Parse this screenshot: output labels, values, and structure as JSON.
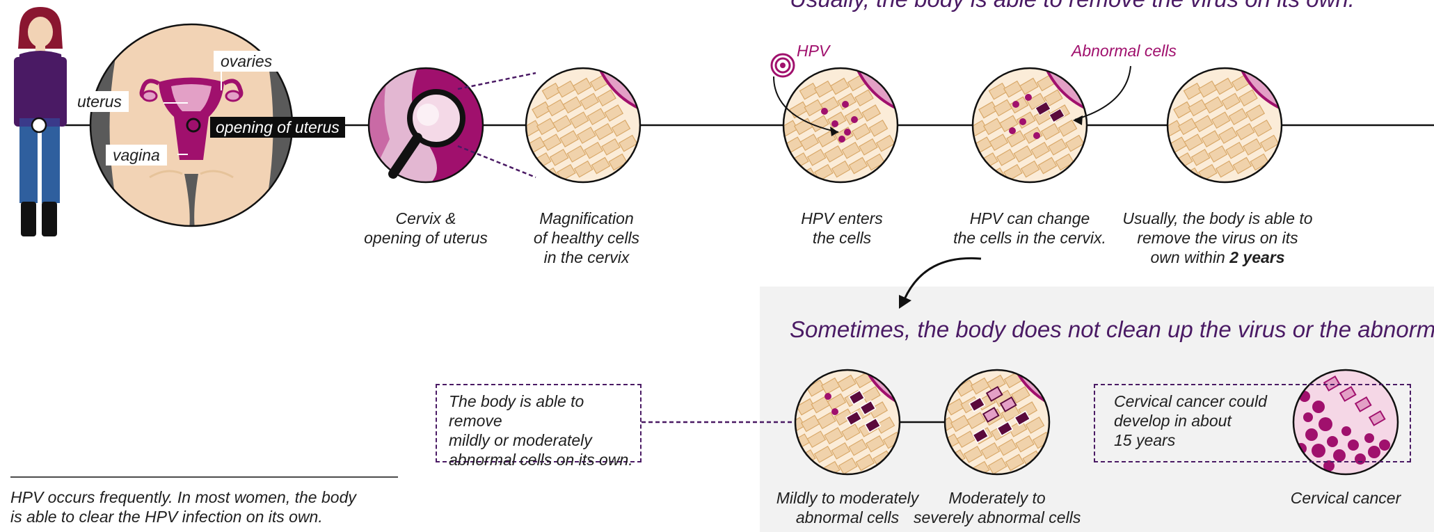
{
  "header": {
    "top_headline": "Usually, the body is able to remove the virus on its own."
  },
  "anatomy": {
    "label_ovaries": "ovaries",
    "label_uterus": "uterus",
    "label_opening": "opening of uterus",
    "label_vagina": "vagina"
  },
  "tags": {
    "hpv": "HPV",
    "abnormal": "Abnormal cells"
  },
  "steps": [
    {
      "line1": "Cervix &",
      "line2": "opening of uterus"
    },
    {
      "line1": "Magnification",
      "line2": "of healthy cells",
      "line3": "in the cervix"
    },
    {
      "line1": "HPV enters",
      "line2": "the cells"
    },
    {
      "line1": "HPV can change",
      "line2": "the cells in the cervix."
    },
    {
      "line1": "Usually, the body is able to",
      "line2": "remove the virus on its",
      "line3_pre": "own within ",
      "line3_bold": "2 years"
    }
  ],
  "panel": {
    "headline": "Sometimes, the body does not clean up the virus or the abnormal cells",
    "remove_box": {
      "line1": "The body is able to remove",
      "line2": "mildly or moderately",
      "line3": "abnormal cells on its own."
    },
    "cancer_box": {
      "line1": "Cervical cancer could",
      "line2": "develop in about",
      "line3": "15 years"
    },
    "captions": {
      "mild_1": "Mildly to moderately",
      "mild_2": "abnormal cells",
      "severe_1": "Moderately to",
      "severe_2": "severely abnormal cells",
      "cancer": "Cervical cancer"
    }
  },
  "footnote": {
    "line1": "HPV occurs frequently. In most women, the body",
    "line2": "is able to clear the HPV infection on its own."
  },
  "colors": {
    "magenta": "#a0106d",
    "dark_plum": "#4a1a64",
    "pink_light": "#e3a0c6",
    "cell_beige": "#f0d2ab",
    "cell_line": "#d9a96a",
    "skin": "#f2d3b5",
    "panel_grey": "#f2f2f2"
  },
  "icons": [
    "woman-figure-icon",
    "magnifier-icon",
    "hpv-virus-icon",
    "curved-arrow-icon"
  ]
}
